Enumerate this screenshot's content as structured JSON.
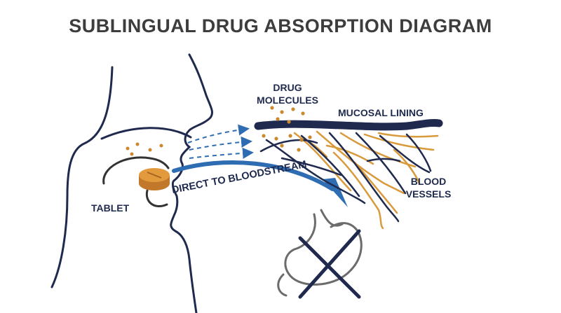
{
  "title": "SUBLINGUAL DRUG ABSORPTION DIAGRAM",
  "labels": {
    "drug_molecules_line1": "DRUG",
    "drug_molecules_line2": "MOLECULES",
    "mucosal_lining": "MUCOSAL LINING",
    "direct_to_bloodstream": "DIRECT TO BLOODSTREAM",
    "tablet": "TABLET",
    "blood_vessels_line1": "BLOOD",
    "blood_vessels_line2": "VESSELS"
  },
  "colors": {
    "outline": "#1f2a4e",
    "accent_blue": "#2f6db3",
    "dot_orange": "#c98a2e",
    "vessel_orange": "#d99a3c",
    "tablet_fill": "#e39a3d",
    "stomach_gray": "#6b6b6b",
    "title_gray": "#3d3d3d"
  },
  "icons": {
    "tablet": "tablet-icon",
    "stomach": "stomach-icon",
    "cross": "cross-out-icon"
  }
}
